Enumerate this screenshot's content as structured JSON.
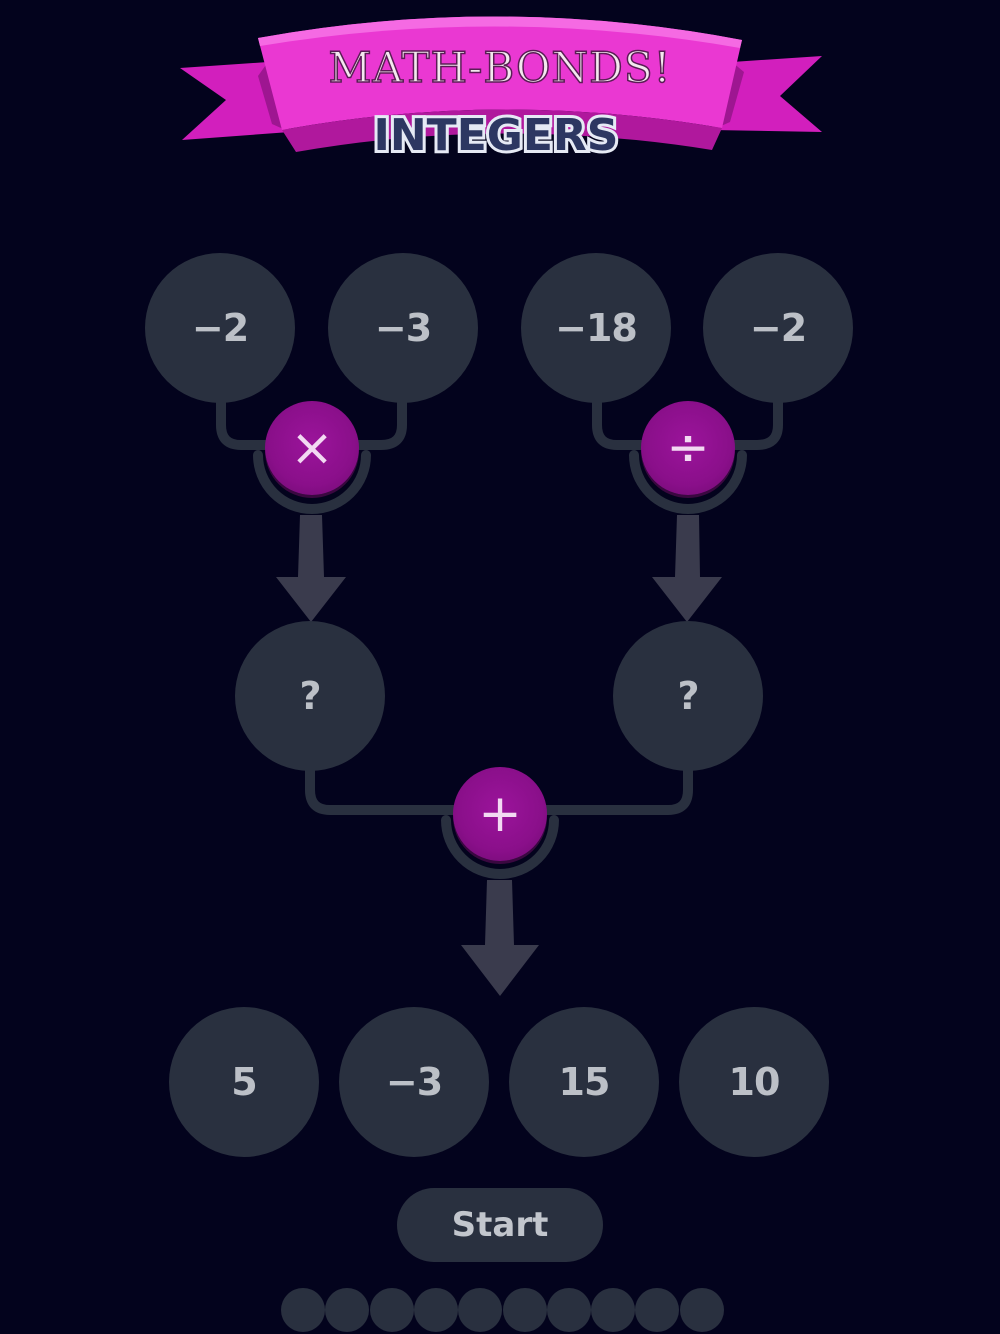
{
  "banner": {
    "title": "MATH-BONDS!",
    "subtitle": "INTEGERS"
  },
  "puzzle": {
    "top_numbers": [
      "−2",
      "−3",
      "−18",
      "−2"
    ],
    "operators": {
      "left": "×",
      "right": "÷",
      "bottom": "+"
    },
    "middle_placeholders": [
      "?",
      "?"
    ]
  },
  "answers": [
    "5",
    "−3",
    "15",
    "10"
  ],
  "start_label": "Start",
  "progress": {
    "total_dots": 10,
    "completed": 0
  },
  "colors": {
    "background": "#03031d",
    "node": "#29303f",
    "operator": "#8a0f8a",
    "connector": "#29303f",
    "arrow": "#3a3b4d",
    "banner": "#e530d0"
  }
}
